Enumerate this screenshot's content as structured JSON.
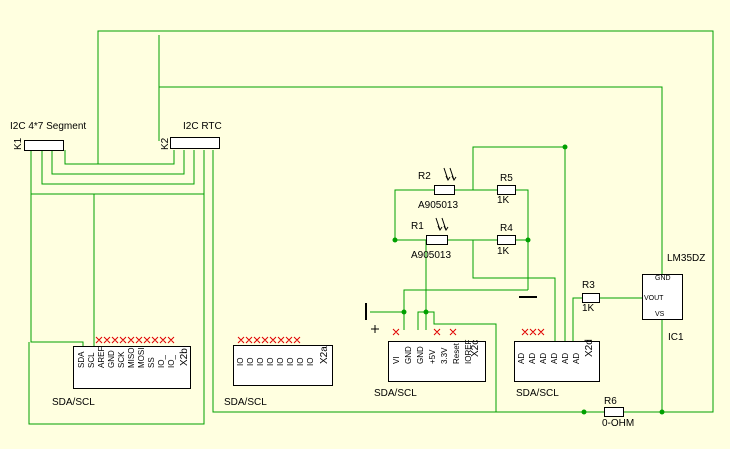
{
  "components": {
    "seg": {
      "name": "I2C 4*7 Segment",
      "ref": "K1"
    },
    "rtc": {
      "name": "I2C RTC",
      "ref": "K2"
    },
    "r1": {
      "ref": "R1",
      "value": "A905013"
    },
    "r2": {
      "ref": "R2",
      "value": "A905013"
    },
    "r3": {
      "ref": "R3",
      "value": "1K"
    },
    "r4": {
      "ref": "R4",
      "value": "1K"
    },
    "r5": {
      "ref": "R5",
      "value": "1K"
    },
    "r6": {
      "ref": "R6",
      "value": "0-OHM"
    },
    "ic1": {
      "ref": "IC1",
      "value": "LM35DZ",
      "pins": [
        "GND",
        "VOUT",
        "VS"
      ]
    },
    "x2b": {
      "ref": "X2b",
      "caption": "SDA/SCL",
      "pins": [
        "SDA",
        "SCL",
        "AREF",
        "GND",
        "SCK",
        "MISO",
        "MOSI",
        "SS",
        "IO_",
        "IO_"
      ]
    },
    "x2a": {
      "ref": "X2a",
      "caption": "SDA/SCL",
      "pins": [
        "IO",
        "IO",
        "IO",
        "IO",
        "IO",
        "IO",
        "IO",
        "IO"
      ]
    },
    "x2c": {
      "ref": "X2c",
      "caption": "SDA/SCL",
      "pins": [
        "VI",
        "GND",
        "GND",
        "+5V",
        "3.3V",
        "Reset",
        "IOREF"
      ]
    },
    "x2d": {
      "ref": "X2d",
      "caption": "SDA/SCL",
      "pins": [
        "AD",
        "AD",
        "AD",
        "AD",
        "AD",
        "AD"
      ]
    }
  },
  "colors": {
    "background": "#ffffe0",
    "wire": "#00a000",
    "pin": "#e00000",
    "junction": "#00a000",
    "nc_mark": "#e00000"
  }
}
